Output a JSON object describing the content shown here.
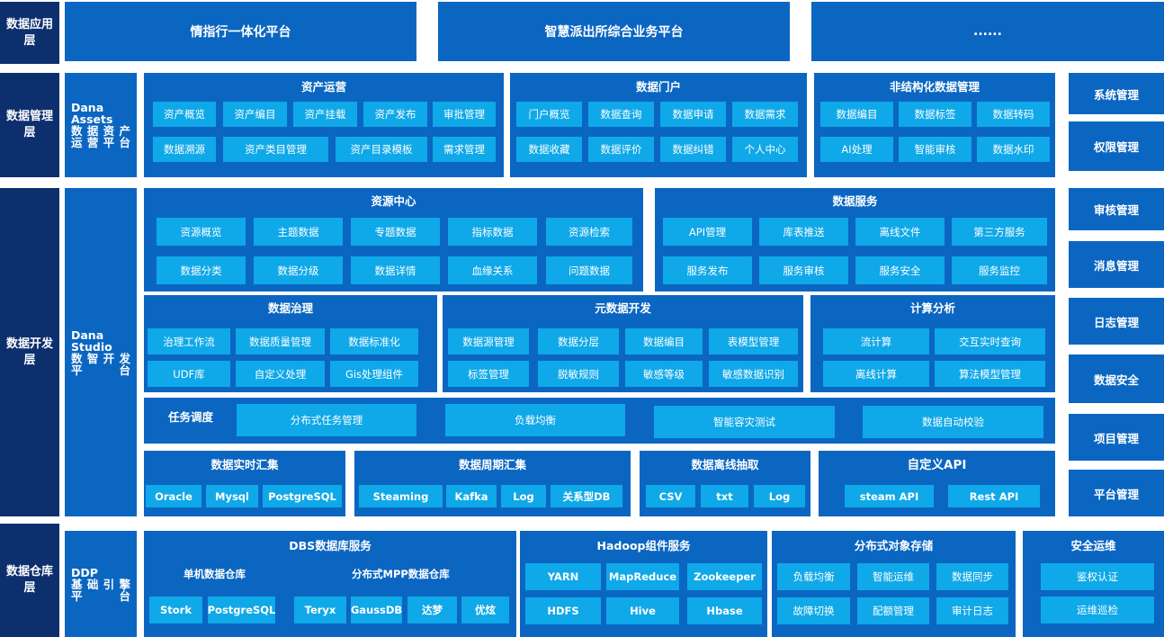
{
  "layers": [
    "数据应用层",
    "数据管理层",
    "数据开发层",
    "数据仓库层"
  ],
  "app": [
    "情指行一体化平台",
    "智慧派出所综合业务平台",
    "......"
  ],
  "dana_assets": [
    "Dana",
    "Assets",
    "数据资产",
    "运营平台"
  ],
  "dana_studio": [
    "Dana",
    "Studio",
    "数智开发",
    "平台"
  ],
  "ddp": [
    "DDP",
    "基础引擎",
    "平台"
  ],
  "asset_ops": {
    "title": "资产运营",
    "row1": [
      "资产概览",
      "资产编目",
      "资产挂载",
      "资产发布",
      "审批管理"
    ],
    "row2": [
      "数据溯源",
      "资产类目管理",
      "资产目录模板",
      "需求管理"
    ]
  },
  "portal": {
    "title": "数据门户",
    "row1": [
      "门户概览",
      "数据查询",
      "数据申请",
      "数据需求"
    ],
    "row2": [
      "数据收藏",
      "数据评价",
      "数据纠错",
      "个人中心"
    ]
  },
  "unstructured": {
    "title": "非结构化数据管理",
    "row1": [
      "数据编目",
      "数据标签",
      "数据转码"
    ],
    "row2": [
      "AI处理",
      "智能审核",
      "数据水印"
    ]
  },
  "resource": {
    "title": "资源中心",
    "row1": [
      "资源概览",
      "主题数据",
      "专题数据",
      "指标数据",
      "资源检索"
    ],
    "row2": [
      "数据分类",
      "数据分级",
      "数据详情",
      "血缘关系",
      "问题数据"
    ]
  },
  "data_service": {
    "title": "数据服务",
    "row1": [
      "API管理",
      "库表推送",
      "离线文件",
      "第三方服务"
    ],
    "row2": [
      "服务发布",
      "服务审核",
      "服务安全",
      "服务监控"
    ]
  },
  "governance": {
    "title": "数据治理",
    "row1": [
      "治理工作流",
      "数据质量管理",
      "数据标准化"
    ],
    "row2": [
      "UDF库",
      "自定义处理",
      "Gis处理组件"
    ]
  },
  "metadata": {
    "title": "元数据开发",
    "row1": [
      "数据源管理",
      "数据分层",
      "数据编目",
      "表模型管理"
    ],
    "row2": [
      "标签管理",
      "脱敏规则",
      "敏感等级",
      "敏感数据识别"
    ]
  },
  "compute": {
    "title": "计算分析",
    "row1": [
      "流计算",
      "交互实时查询"
    ],
    "row2": [
      "离线计算",
      "算法模型管理"
    ]
  },
  "scheduling": {
    "title": "任务调度",
    "items": [
      "分布式任务管理",
      "负载均衡",
      "智能容灾测试",
      "数据自动校验"
    ]
  },
  "realtime": {
    "title": "数据实时汇集",
    "items": [
      "Oracle",
      "Mysql",
      "PostgreSQL"
    ]
  },
  "periodic": {
    "title": "数据周期汇集",
    "items": [
      "Steaming",
      "Kafka",
      "Log",
      "关系型DB"
    ]
  },
  "offline": {
    "title": "数据离线抽取",
    "items": [
      "CSV",
      "txt",
      "Log"
    ]
  },
  "custom_api": {
    "title": "自定义API",
    "items": [
      "steam API",
      "Rest API"
    ]
  },
  "dbs": {
    "title": "DBS数据库服务",
    "single": "单机数据仓库",
    "mpp": "分布式MPP数据仓库",
    "items": [
      "Stork",
      "PostgreSQL",
      "Teryx",
      "GaussDB",
      "达梦",
      "优炫"
    ]
  },
  "hadoop": {
    "title": "Hadoop组件服务",
    "row1": [
      "YARN",
      "MapReduce",
      "Zookeeper"
    ],
    "row2": [
      "HDFS",
      "Hive",
      "Hbase"
    ]
  },
  "object_storage": {
    "title": "分布式对象存储",
    "row1": [
      "负载均衡",
      "智能运维",
      "数据同步"
    ],
    "row2": [
      "故障切换",
      "配额管理",
      "审计日志"
    ]
  },
  "security_ops": {
    "title": "安全运维",
    "items": [
      "鉴权认证",
      "运维巡检"
    ]
  },
  "sidebar": [
    "系统管理",
    "权限管理",
    "审核管理",
    "消息管理",
    "日志管理",
    "数据安全",
    "项目管理",
    "平台管理"
  ],
  "colors": {
    "layer": "#0d2f6e",
    "panel": "#0b66c2",
    "chip": "#0fa8e8"
  }
}
